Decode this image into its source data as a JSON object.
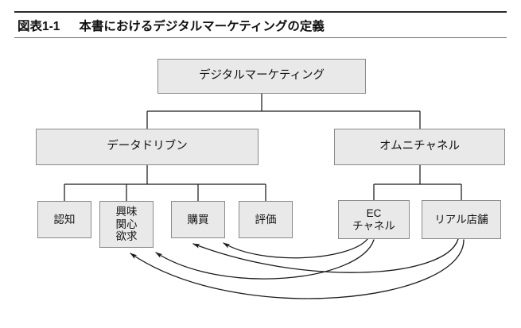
{
  "header": {
    "figure_number": "図表1-1",
    "title": "本書におけるデジタルマーケティングの定義"
  },
  "diagram": {
    "type": "hierarchy-tree-with-feedback-arrows",
    "root": {
      "id": "digital-marketing",
      "label": "デジタルマーケティング"
    },
    "level2": [
      {
        "id": "data-driven",
        "label": "データドリブン"
      },
      {
        "id": "omni-channel",
        "label": "オムニチャネル"
      }
    ],
    "leaves_left": [
      {
        "id": "ninchi",
        "label": "認知"
      },
      {
        "id": "kyomi",
        "label": "興味\n関心\n欲求"
      },
      {
        "id": "kobai",
        "label": "購買"
      },
      {
        "id": "hyoka",
        "label": "評価"
      }
    ],
    "leaves_right": [
      {
        "id": "ec-channel",
        "label": "EC\nチャネル"
      },
      {
        "id": "real-store",
        "label": "リアル店舗"
      }
    ],
    "feedback_arrows": [
      {
        "id": "arrow-ec-to-kobai",
        "from": "ec-channel",
        "to": "kobai"
      },
      {
        "id": "arrow-ec-to-kyomi",
        "from": "ec-channel",
        "to": "kyomi"
      },
      {
        "id": "arrow-real-to-kobai",
        "from": "real-store",
        "to": "kobai"
      },
      {
        "id": "arrow-real-to-kyomi",
        "from": "real-store",
        "to": "kyomi"
      }
    ]
  },
  "colors": {
    "box_fill": "#e9e9e9",
    "box_border": "#8a8a8a",
    "line": "#1a1a1a",
    "rule": "#2b2b2b",
    "text": "#111111"
  }
}
